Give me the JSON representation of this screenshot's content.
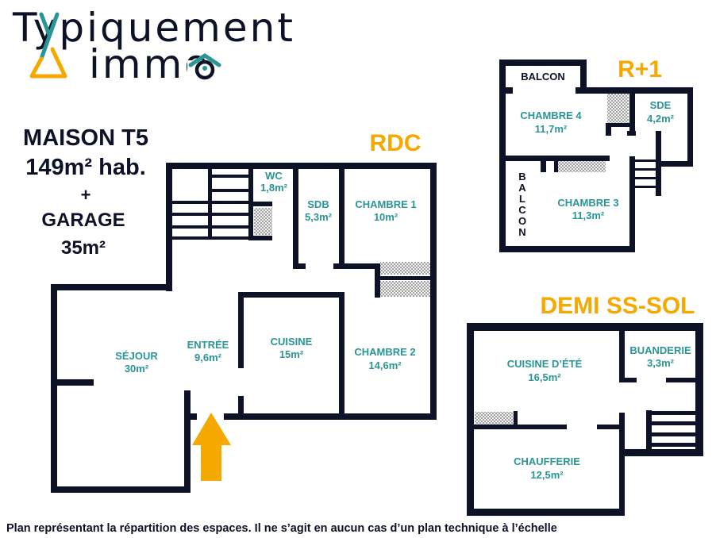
{
  "logo": {
    "line1": "Typiquement",
    "line2": "immo"
  },
  "summary": {
    "type": "MAISON T5",
    "area": "149m² hab.",
    "plus": "+",
    "garage_label": "GARAGE",
    "garage_area": "35m²"
  },
  "levels": {
    "rdc": "RDC",
    "r1": "R+1",
    "demi": "DEMI SS-SOL"
  },
  "rdc_rooms": [
    {
      "name": "WC",
      "area": "1,8m²"
    },
    {
      "name": "SDB",
      "area": "5,3m²"
    },
    {
      "name": "CHAMBRE 1",
      "area": "10m²"
    },
    {
      "name": "SÉJOUR",
      "area": "30m²"
    },
    {
      "name": "ENTRÉE",
      "area": "9,6m²"
    },
    {
      "name": "CUISINE",
      "area": "15m²"
    },
    {
      "name": "CHAMBRE 2",
      "area": "14,6m²"
    }
  ],
  "r1_rooms": [
    {
      "name": "CHAMBRE 4",
      "area": "11,7m²"
    },
    {
      "name": "SDE",
      "area": "4,2m²"
    },
    {
      "name": "CHAMBRE 3",
      "area": "11,3m²"
    }
  ],
  "r1_balcony": [
    "BALCON",
    "B",
    "A",
    "L",
    "C",
    "O",
    "N"
  ],
  "demi_rooms": [
    {
      "name": "CUISINE D’ÉTÉ",
      "area": "16,5m²"
    },
    {
      "name": "BUANDERIE",
      "area": "3,3m²"
    },
    {
      "name": "CHAUFFERIE",
      "area": "12,5m²"
    }
  ],
  "footer": "Plan représentant la répartition des espaces. Il ne s’agit en aucun cas d’un plan technique à l’échelle",
  "colors": {
    "wall": "#0d1226",
    "room_text": "#2a9595",
    "accent": "#f5a800"
  }
}
